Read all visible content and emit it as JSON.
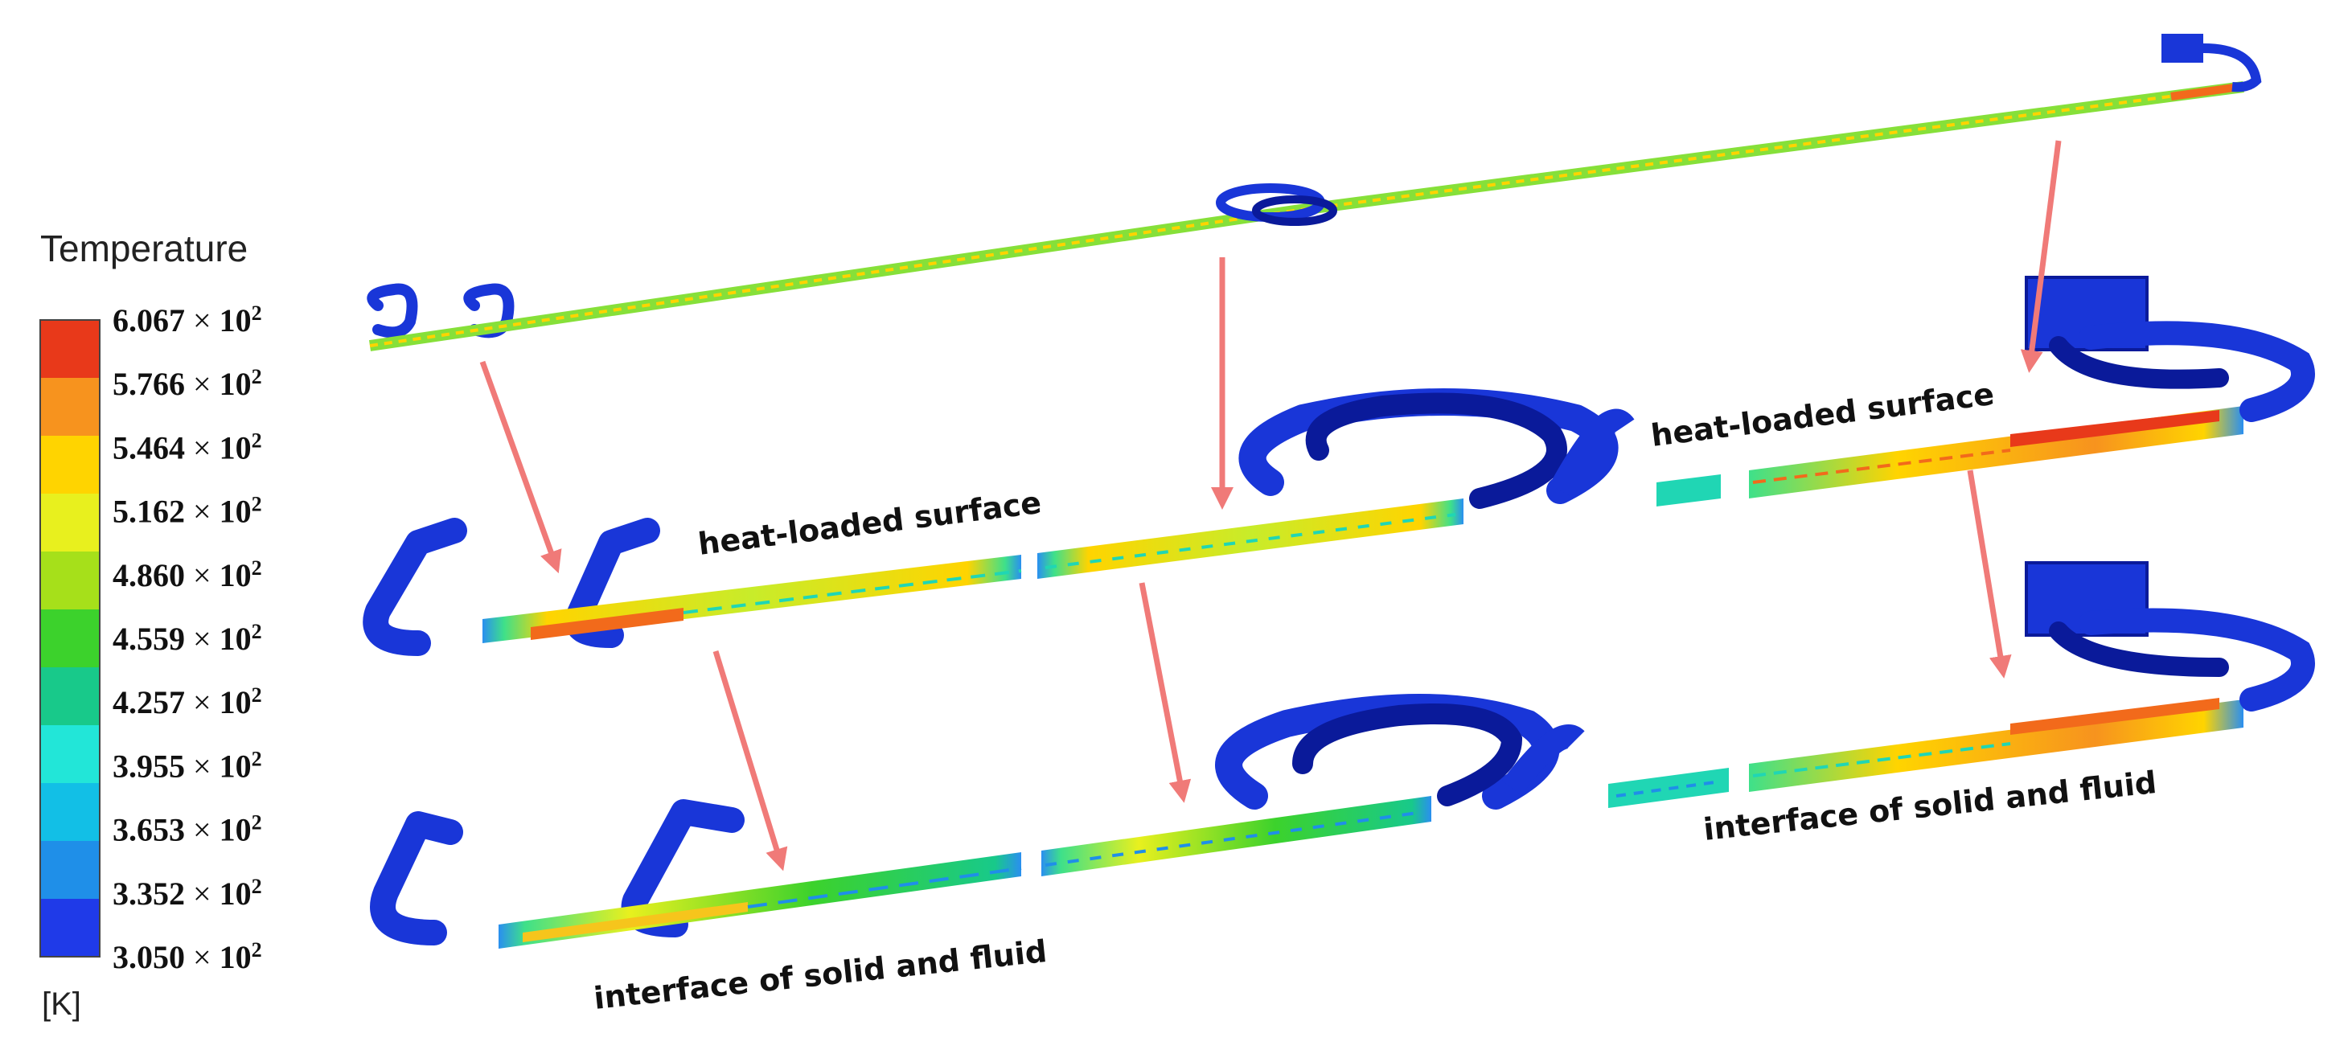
{
  "legend": {
    "title": "Temperature",
    "unit": "[K]",
    "ticks": [
      {
        "label": "6.067",
        "exp": "2"
      },
      {
        "label": "5.766",
        "exp": "2"
      },
      {
        "label": "5.464",
        "exp": "2"
      },
      {
        "label": "5.162",
        "exp": "2"
      },
      {
        "label": "4.860",
        "exp": "2"
      },
      {
        "label": "4.559",
        "exp": "2"
      },
      {
        "label": "4.257",
        "exp": "2"
      },
      {
        "label": "3.955",
        "exp": "2"
      },
      {
        "label": "3.653",
        "exp": "2"
      },
      {
        "label": "3.352",
        "exp": "2"
      },
      {
        "label": "3.050",
        "exp": "2"
      }
    ],
    "times_symbol": "×",
    "base": "10",
    "colors": [
      "#e8391a",
      "#f7931e",
      "#ffd400",
      "#e8f01e",
      "#a6e01a",
      "#3cd22c",
      "#18c98a",
      "#22e6d8",
      "#12bfe6",
      "#1f8fe8",
      "#1f3ae8"
    ]
  },
  "annotations": {
    "heat_loaded_left": "heat-loaded surface",
    "heat_loaded_right": "heat-loaded surface",
    "interface_left": "interface of solid and fluid",
    "interface_right": "interface of solid and fluid"
  },
  "colors": {
    "pipe_blue": "#1936d8",
    "pipe_dark": "#0a1a9a",
    "arrow": "#f07a78",
    "hot": "#f26a1b",
    "warm": "#f6c51c",
    "mid": "#8fe03a",
    "cool": "#20d6b4"
  }
}
